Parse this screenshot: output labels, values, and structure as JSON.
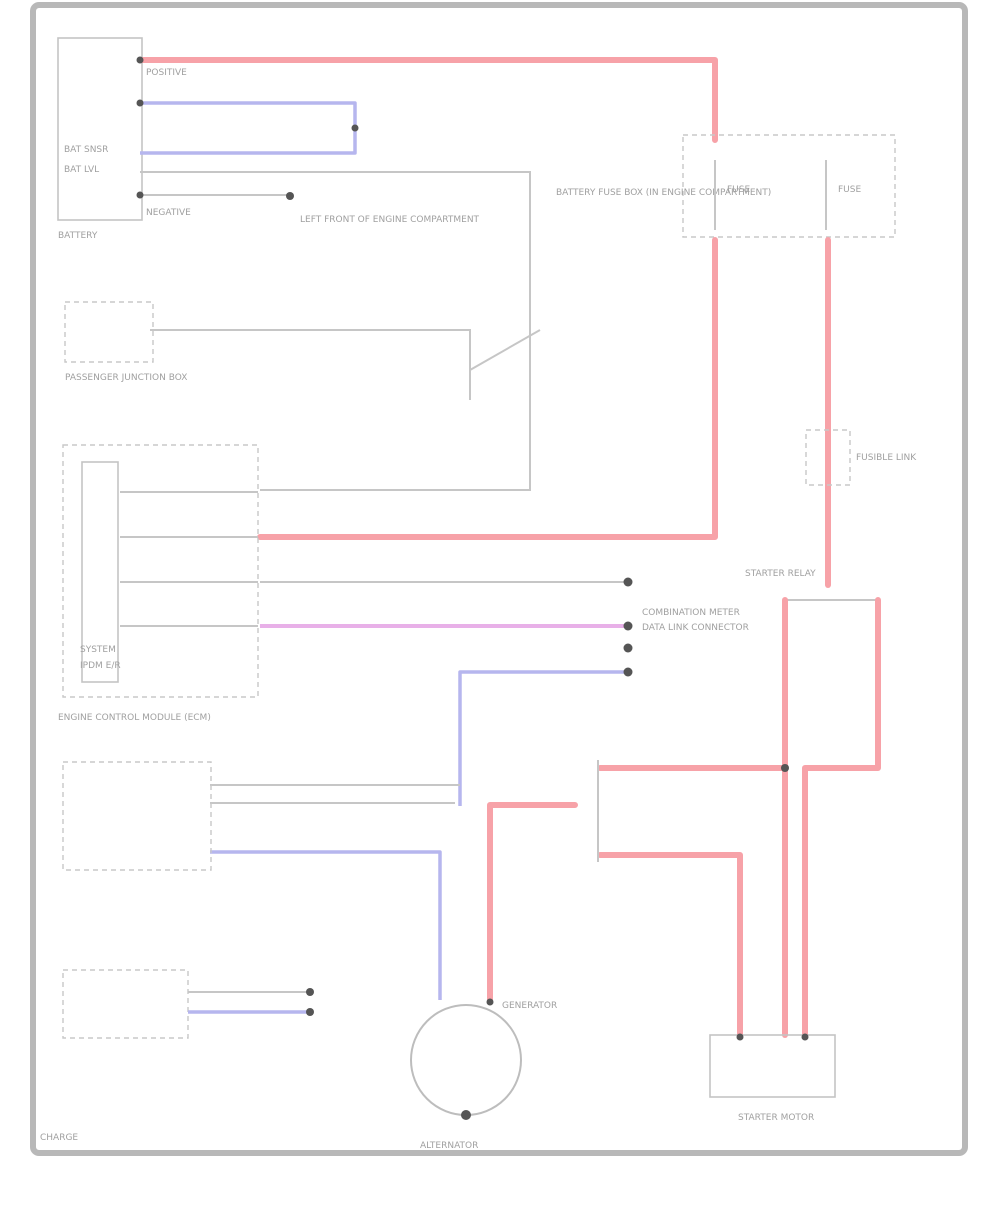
{
  "colors": {
    "power_wire": "#f7a2a8",
    "signal_wire_blue": "#b6b6ee",
    "signal_wire_pink": "#e8b0e8",
    "ground_wire": "#c6c6c6",
    "frame": "#b8b8b8"
  },
  "labels": {
    "battery": "BATTERY",
    "battery_terminal_pos": "POSITIVE",
    "battery_terminal_neg": "NEGATIVE",
    "battery_sensor_top": "BAT SNSR",
    "battery_sensor_bottom": "BAT LVL",
    "battery_ground": "LEFT FRONT OF ENGINE COMPARTMENT",
    "fuse_box": "BATTERY FUSE BOX (IN ENGINE COMPARTMENT)",
    "fuse_a": "FUSE",
    "fuse_b": "FUSE",
    "fusible_link": "FUSIBLE LINK",
    "starter_relay": "STARTER RELAY",
    "starter_motor": "STARTER MOTOR",
    "alternator": "ALTERNATOR",
    "alternator_terminal": "GENERATOR",
    "passenger_junction": "PASSENGER JUNCTION BOX",
    "ipdm": "IPDM E/R",
    "ecm": "ENGINE CONTROL MODULE (ECM)",
    "combination_meter": "COMBINATION METER",
    "data_link": "DATA LINK CONNECTOR",
    "system_label": "SYSTEM",
    "code": "CHARGE"
  }
}
